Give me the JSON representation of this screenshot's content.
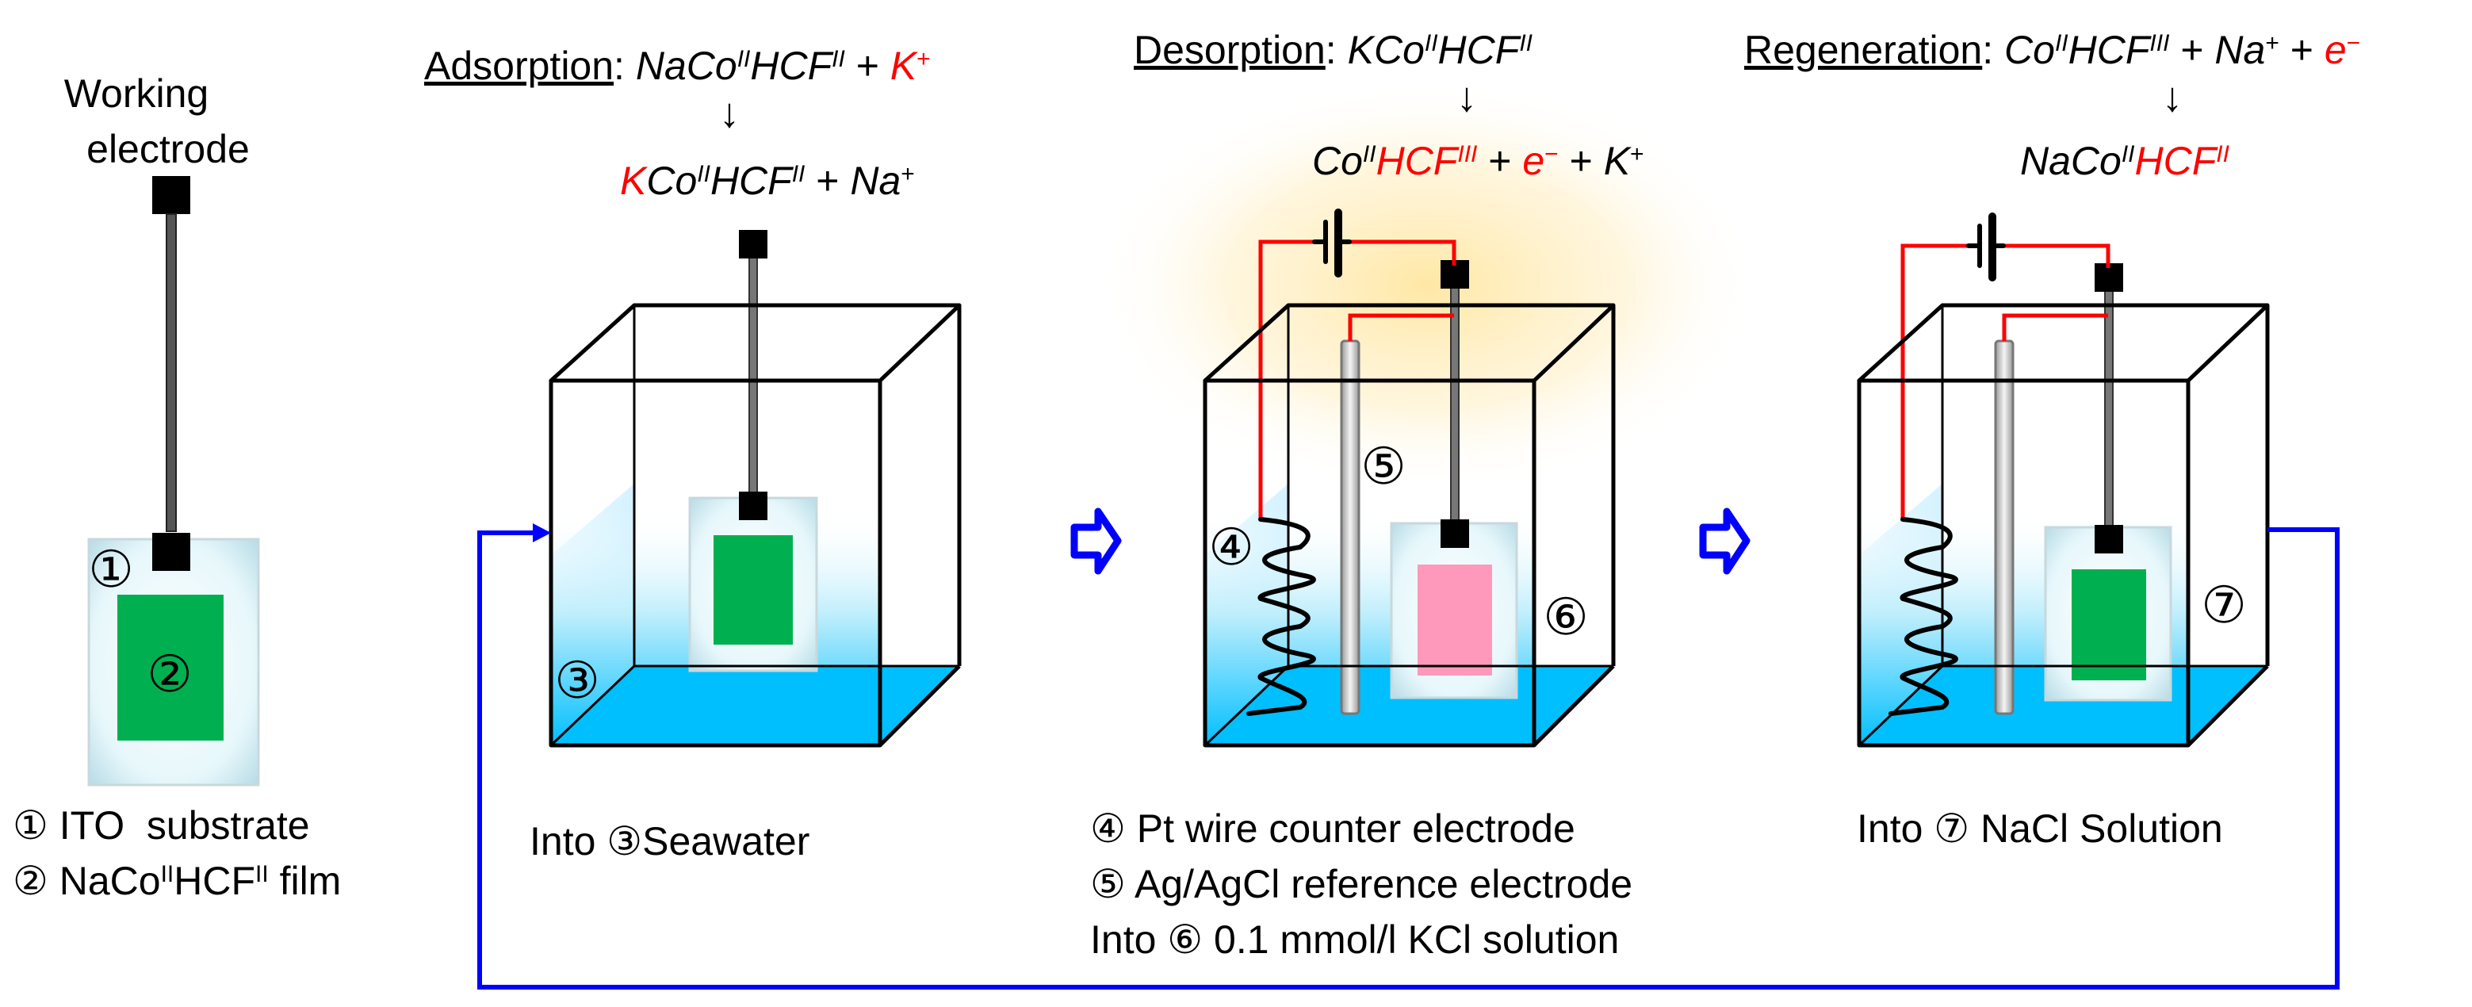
{
  "colors": {
    "water": "#00bfff",
    "green_film": "#00b050",
    "pink_film": "#ff99bb",
    "red_wire": "#ff0000",
    "blue_arrow": "#0000ff",
    "glow": "#ffe8a6"
  },
  "icons": {
    "step_arrow": "right-arrow-icon",
    "battery": "battery-icon"
  },
  "step1": {
    "title_line1": "Working",
    "title_line2": "electrode",
    "marker_ito": "①",
    "marker_film": "②",
    "legend1": "① ITO  substrate",
    "legend2_prefix": "② NaCo",
    "legend2_sup1": "II",
    "legend2_mid": "HCF",
    "legend2_sup2": "II",
    "legend2_suffix": " film"
  },
  "adsorption": {
    "label": "Adsorption",
    "colon": ":",
    "r1": "NaCo",
    "r1_sup": "II",
    "r2": "HCF",
    "r2_sup": "II",
    "plus": " + ",
    "r3": "K",
    "r3_sup": "+",
    "arrow": "↓",
    "p1": "K",
    "p2": "Co",
    "p2_sup": "II",
    "p3": "HCF",
    "p3_sup": "II",
    "p_plus": " + ",
    "p4": "Na",
    "p4_sup": "+",
    "marker": "③",
    "caption": "Into ③Seawater"
  },
  "desorption": {
    "label": "Desorption",
    "colon": ":",
    "r1": "KCo",
    "r1_sup": "II",
    "r2": "HCF",
    "r2_sup": "II",
    "arrow": "↓",
    "p1": "Co",
    "p1_sup": "II",
    "p2": "HCF",
    "p2_sup": "III",
    "plus1": " + ",
    "p3": "e",
    "p3_sup": "−",
    "plus2": " + ",
    "p4": "K",
    "p4_sup": "+",
    "marker_counter": "④",
    "marker_reference": "⑤",
    "marker_solution": "⑥",
    "caption1": "④ Pt wire counter electrode",
    "caption2": "⑤ Ag/AgCl reference electrode",
    "caption3": "Into ⑥ 0.1 mmol/l KCl solution"
  },
  "regeneration": {
    "label": "Regeneration",
    "colon": ":",
    "r1": "Co",
    "r1_sup": "II",
    "r2": "HCF",
    "r2_sup": "III",
    "plus1": " + ",
    "r3": "Na",
    "r3_sup": "+",
    "plus2": " + ",
    "r4": "e",
    "r4_sup": "−",
    "arrow": "↓",
    "p1": "NaCo",
    "p1_sup": "II",
    "p2": "HCF",
    "p2_sup": "II",
    "marker": "⑦",
    "caption": "Into ⑦ NaCl Solution"
  }
}
